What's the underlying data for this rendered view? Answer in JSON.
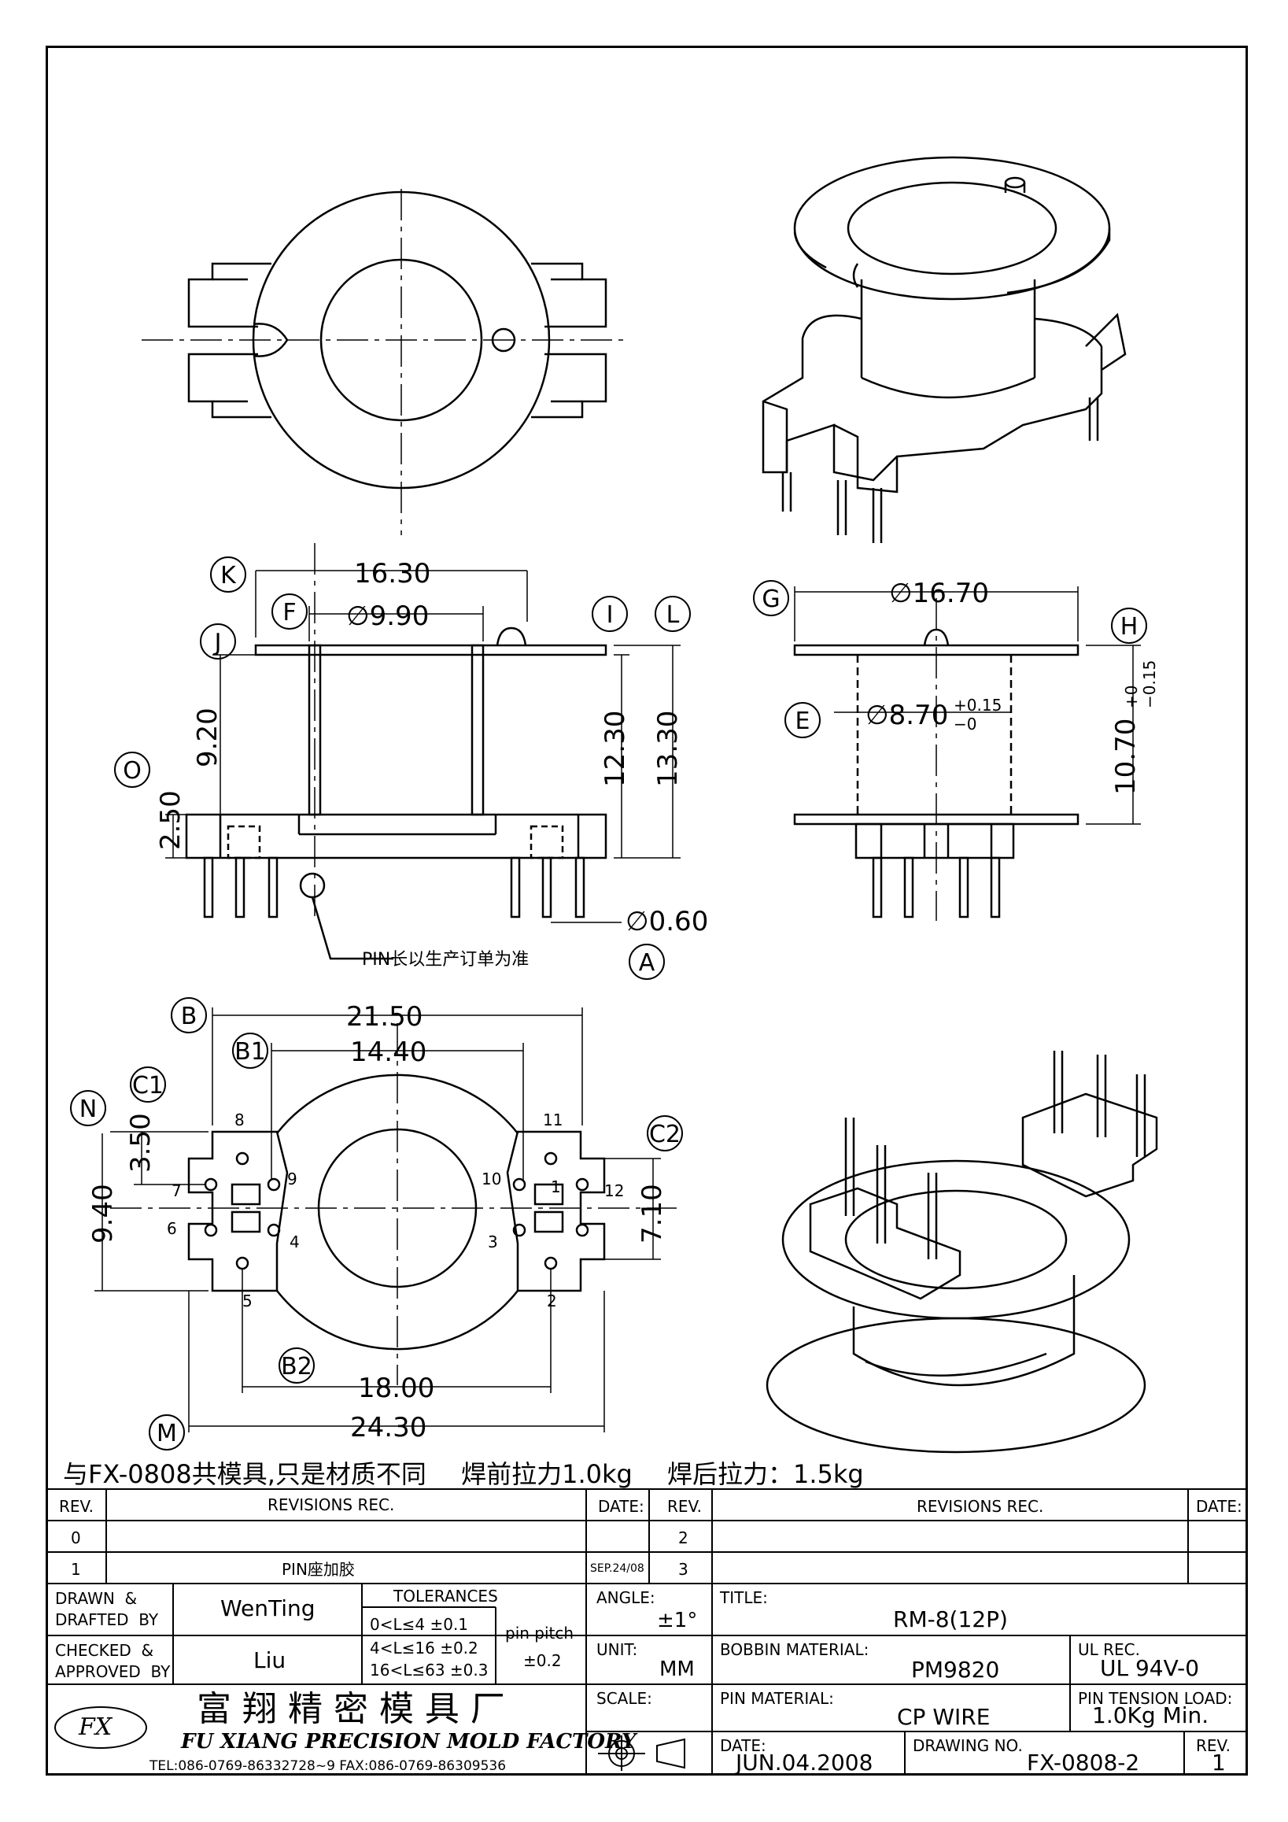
{
  "note": {
    "shared_mold": "与FX-0808共模具,只是材质不同",
    "pull_before": "焊前拉力1.0kg",
    "pull_after": "焊后拉力：1.5kg"
  },
  "views": {
    "side_front": {
      "k_dim": "16.30",
      "f_dim": "∅9.90",
      "j_dim": "9.20",
      "o_dim": "2.50",
      "i_dim": "12.30",
      "l_dim": "13.30",
      "pin_dia": "∅0.60",
      "pin_note": "PIN长以生产订单为准"
    },
    "side_right": {
      "g_dim": "∅16.70",
      "e_dim": "∅8.70",
      "e_tol_up": "+0.15",
      "e_tol_dn": "−0",
      "h_dim": "10.70",
      "h_tol_up": "+0",
      "h_tol_dn": "−0.15"
    },
    "bottom": {
      "b_dim": "21.50",
      "b1_dim": "14.40",
      "c1_dim": "3.50",
      "n_dim": "9.40",
      "c2_dim": "7.10",
      "b2_dim": "18.00",
      "m_dim": "24.30",
      "pins": [
        "1",
        "2",
        "3",
        "4",
        "5",
        "6",
        "7",
        "8",
        "9",
        "10",
        "11",
        "12"
      ]
    },
    "balloons": [
      "K",
      "F",
      "J",
      "O",
      "I",
      "L",
      "A",
      "G",
      "H",
      "E",
      "B",
      "B1",
      "C1",
      "N",
      "C2",
      "B2",
      "M"
    ]
  },
  "title_block": {
    "rev_header": "REV.",
    "revisions_header": "REVISIONS   REC.",
    "date_header": "DATE:",
    "rev0": "0",
    "rev1": "1",
    "rev1_text": "PIN座加胶",
    "rev1_date": "SEP.24/08",
    "rev2": "2",
    "rev3": "3",
    "drawn_label": "DRAWN  &\nDRAFTED  BY",
    "drawn_value": "WenTing",
    "checked_label": "CHECKED  &\nAPPROVED  BY",
    "checked_value": "Liu",
    "tolerances_label": "TOLERANCES",
    "tol1": "0<L≤4   ±0.1",
    "tol2": "4<L≤16  ±0.2",
    "tol3": "16<L≤63  ±0.3",
    "pin_pitch_label": "pin  pitch",
    "pin_pitch_value": "±0.2",
    "angle_label": "ANGLE:",
    "angle_value": "±1°",
    "unit_label": "UNIT:",
    "unit_value": "MM",
    "scale_label": "SCALE:",
    "title_label": "TITLE:",
    "title_value": "RM-8(12P)",
    "bobbin_label": "BOBBIN  MATERIAL:",
    "bobbin_value": "PM9820",
    "ul_label": "UL  REC.",
    "ul_value": "UL  94V-0",
    "pin_material_label": "PIN  MATERIAL:",
    "pin_material_value": "CP  WIRE",
    "pin_tension_label": "PIN  TENSION  LOAD:",
    "pin_tension_value": "1.0Kg  Min.",
    "date_label": "DATE:",
    "date_value": "JUN.04.2008",
    "drawing_no_label": "DRAWING  NO.",
    "drawing_no_value": "FX-0808-2",
    "rev_label": "REV.",
    "rev_value": "1",
    "company_cn": "富 翔 精 密 模 具 厂",
    "company_en": "FU XIANG PRECISION MOLD FACTORY",
    "contact": "TEL:086-0769-86332728~9  FAX:086-0769-86309536",
    "logo_text": "FX"
  }
}
